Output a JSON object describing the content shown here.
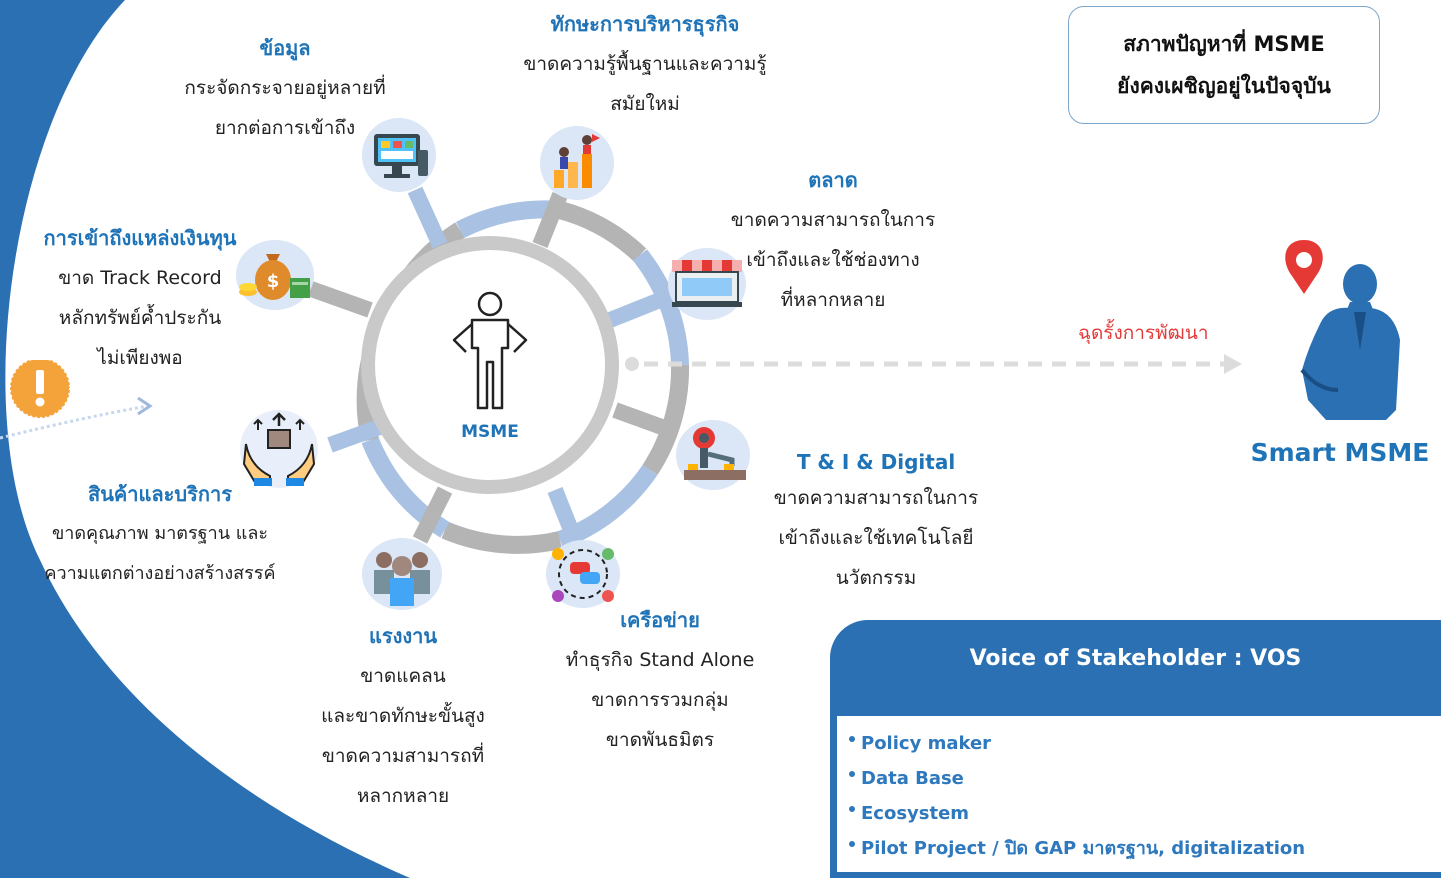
{
  "colors": {
    "accent_blue": "#2b70b3",
    "title_blue": "#1f73b7",
    "spoke_gray": "#b4b4b4",
    "spoke_blue": "#a9c2e4",
    "gap_red": "#e23b3b",
    "warning_orange": "#f4a33b"
  },
  "problem_box": {
    "line1": "สภาพปัญหาที่ MSME",
    "line2": "ยังคงเผชิญอยู่ในปัจจุบัน"
  },
  "hub": {
    "label": "MSME",
    "icon": "person-shrug-icon"
  },
  "categories": [
    {
      "key": "data",
      "title": "ข้อมูล",
      "lines": [
        "กระจัดกระจายอยู่หลายที่",
        "ยากต่อการเข้าถึง"
      ],
      "icon": "computer-dashboard-icon"
    },
    {
      "key": "business",
      "title": "ทักษะการบริหารธุรกิจ",
      "lines": [
        "ขาดความรู้พื้นฐานและความรู้",
        "สมัยใหม่"
      ],
      "icon": "business-growth-icon"
    },
    {
      "key": "market",
      "title": "ตลาด",
      "lines": [
        "ขาดความสามารถในการ",
        "เข้าถึงและใช้ช่องทาง",
        "ที่หลากหลาย"
      ],
      "icon": "storefront-icon"
    },
    {
      "key": "finance",
      "title": "การเข้าถึงแหล่งเงินทุน",
      "lines": [
        "ขาด Track Record",
        "หลักทรัพย์ค้ำประกัน",
        "ไม่เพียงพอ"
      ],
      "icon": "money-bag-icon"
    },
    {
      "key": "tech",
      "title": "T & I & Digital",
      "lines": [
        "ขาดความสามารถในการ",
        "เข้าถึงและใช้เทคโนโลยี",
        "นวัตกรรม"
      ],
      "icon": "robot-arm-icon"
    },
    {
      "key": "product",
      "title": "สินค้าและบริการ",
      "lines": [
        "ขาดคุณภาพ มาตรฐาน และ",
        "ความแตกต่างอย่างสร้างสรรค์"
      ],
      "icon": "hands-box-icon"
    },
    {
      "key": "labor",
      "title": "แรงงาน",
      "lines": [
        "ขาดแคลน",
        "และขาดทักษะขั้นสูง",
        "ขาดความสามารถที่",
        "หลากหลาย"
      ],
      "icon": "workers-group-icon"
    },
    {
      "key": "network",
      "title": "เครือข่าย",
      "lines": [
        "ทำธุรกิจ Stand Alone",
        "ขาดการรวมกลุ่ม",
        "ขาดพันธมิตร"
      ],
      "icon": "network-chat-icon"
    }
  ],
  "gap": {
    "label": "ฉุดรั้งการพัฒนา"
  },
  "target": {
    "label": "Smart MSME",
    "icon": "businessman-icon",
    "pin_icon": "location-pin-icon"
  },
  "vos": {
    "title": "Voice of  Stakeholder : VOS",
    "items": [
      "Policy maker",
      "Data Base",
      "Ecosystem",
      "Pilot Project / ปิด  GAP มาตรฐาน, digitalization"
    ]
  },
  "warning_icon": "exclamation-icon"
}
